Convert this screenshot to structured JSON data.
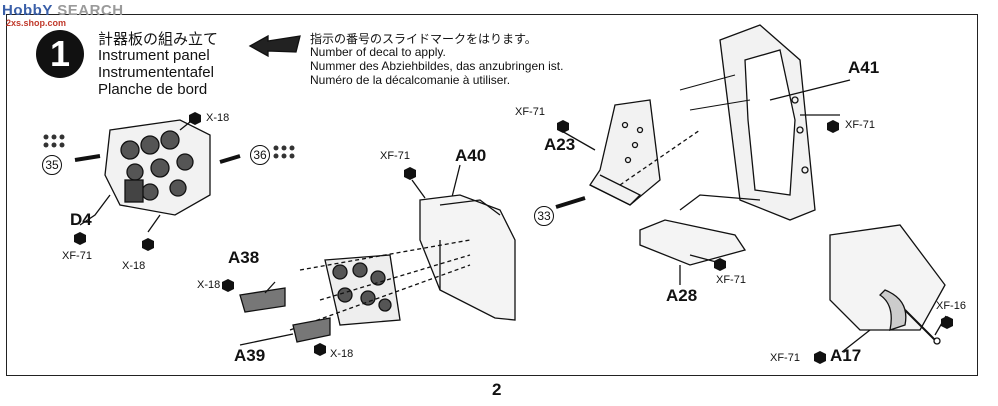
{
  "watermark": {
    "left": "HobbY",
    "right": "SEARCH",
    "url": "2xs.shop.com"
  },
  "step": {
    "number": "1",
    "title_jp": "計器板の組み立て",
    "title_en": "Instrument panel",
    "title_de": "Instrumententafel",
    "title_fr": "Planche de bord"
  },
  "decal_instruction": {
    "jp": "指示の番号のスライドマークをはります。",
    "en": "Number of decal to apply.",
    "de": "Nummer des Abziehbildes, das anzubringen ist.",
    "fr": "Numéro de la décalcomanie à utiliser."
  },
  "parts": {
    "d4": "D4",
    "a40": "A40",
    "a38": "A38",
    "a39": "A39",
    "a23": "A23",
    "a41": "A41",
    "a28": "A28",
    "a17": "A17"
  },
  "paints": {
    "x18_top": "X-18",
    "xf71_d4": "XF-71",
    "x18_bottom": "X-18",
    "xf71_a40": "XF-71",
    "x18_a38": "X-18",
    "x18_a39": "X-18",
    "xf71_a23": "XF-71",
    "xf71_a41": "XF-71",
    "xf71_a28": "XF-71",
    "xf16": "XF-16",
    "xf71_a17": "XF-71"
  },
  "decals": {
    "d35": "35",
    "d36": "36",
    "d33": "33"
  },
  "page_number": "2"
}
